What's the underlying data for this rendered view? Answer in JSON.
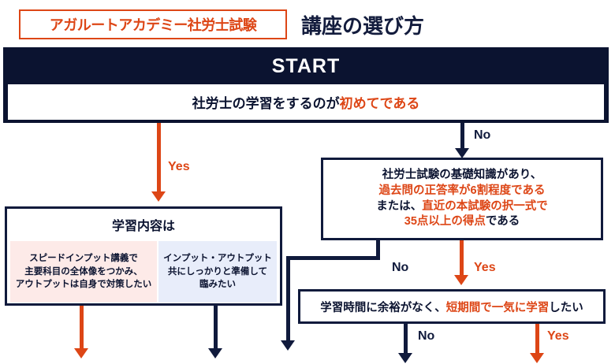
{
  "header": {
    "badge_label": "アガルートアカデミー社労士試験",
    "title": "講座の選び方"
  },
  "flow": {
    "start_label": "START",
    "start_question": {
      "plain_prefix": "社労士の学習をするのが",
      "highlight": "初めてである"
    },
    "study_box": {
      "title": "学習内容は",
      "option_left": {
        "line1": "スピードインプット講義で",
        "line2": "主要科目の全体像をつかみ、",
        "line3": "アウトプットは自身で対策したい"
      },
      "option_right": {
        "line1": "インプット・アウトプット",
        "line2": "共にしっかりと準備して",
        "line3": "臨みたい"
      }
    },
    "knowledge_box": {
      "line1_plain": "社労士試験の基礎知識があり、",
      "line2_highlight": "過去問の正答率が6割程度である",
      "line3_plain": "または、",
      "line3_highlight": "直近の本試験の択一式で",
      "line4_highlight": "35点以上の得点",
      "line4_plain": "である"
    },
    "time_box": {
      "plain_prefix": "学習時間に余裕がなく、",
      "highlight": "短期間で一気に学習",
      "plain_suffix": "したい"
    },
    "edges": {
      "start_yes": "Yes",
      "start_no": "No",
      "knowledge_no": "No",
      "knowledge_yes": "Yes",
      "time_no": "No",
      "time_yes": "Yes"
    }
  },
  "colors": {
    "navy": "#0b1330",
    "orange": "#dd4616",
    "panel_pink": "#fdeae8",
    "panel_blue": "#e8edfa",
    "white": "#ffffff"
  }
}
